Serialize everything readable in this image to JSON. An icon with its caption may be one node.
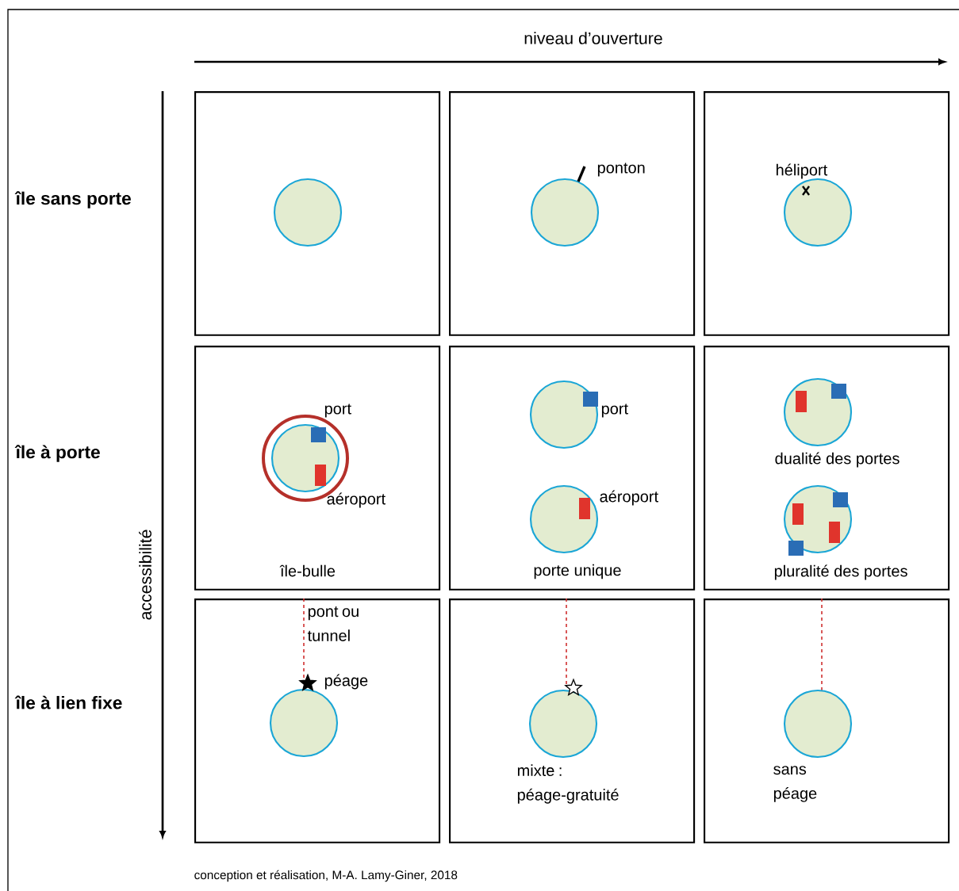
{
  "diagram": {
    "caption": "conception et réalisation, M-A. Lamy-Giner, 2018",
    "nodes": [
      {
        "text": [],
        "shape": "box"
      },
      {
        "text": [
          "ponton"
        ]
      },
      {
        "text": [
          "héliport"
        ]
      },
      {
        "text": [
          "port",
          "aéroport",
          "île-bulle"
        ]
      },
      {
        "text": [
          "port",
          "aéroport",
          "porte unique"
        ]
      },
      {
        "text": [
          "dualité des portes",
          "pluralité des portes"
        ]
      },
      {
        "text": [
          "pont ou tunnel",
          "péage"
        ]
      },
      {
        "text": [
          "mixte : péage-gratuité"
        ]
      },
      {
        "text": [
          "sans péage"
        ]
      }
    ],
    "labels": [
      "niveau d’ouverture",
      "île sans porte",
      "île à porte",
      "accessibilité",
      "île à lien fixe"
    ]
  }
}
